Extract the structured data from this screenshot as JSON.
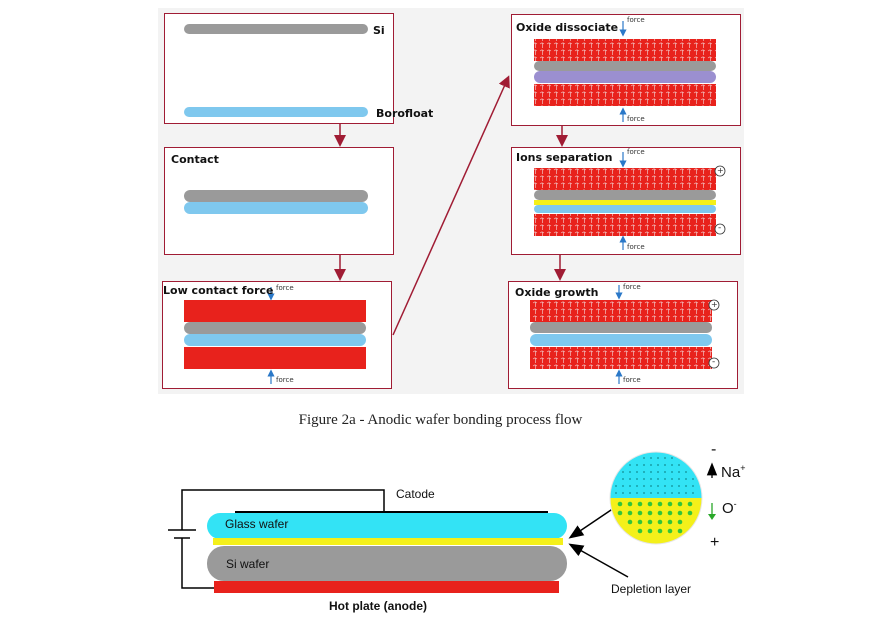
{
  "figure2a": {
    "caption": "Figure 2a - Anodic wafer bonding process flow",
    "steps": {
      "si": "Si",
      "borofloat": "Borofloat",
      "contact": "Contact",
      "low_contact_force": "Low contact force",
      "oxide_dissociate": "Oxide dissociate",
      "ions_separation": "Ions separation",
      "oxide_growth": "Oxide growth"
    },
    "force_label": "force",
    "plus": "+",
    "minus": "-"
  },
  "figure2b": {
    "catode": "Catode",
    "glass_wafer": "Glass wafer",
    "si_wafer": "Si wafer",
    "hot_plate": "Hot plate (anode)",
    "depletion_layer": "Depletion layer",
    "na_ion": "Na",
    "na_charge": "+",
    "o_ion": "O",
    "o_charge": "-",
    "minus": "-",
    "plus": "+"
  },
  "colors": {
    "red": "#e8221c",
    "gray": "#9a9a9a",
    "light_blue": "#7fc8ee",
    "cyan": "#33e3f5",
    "yellow": "#f4f01a",
    "purple": "#9b8fd0",
    "border": "#a01c34"
  }
}
